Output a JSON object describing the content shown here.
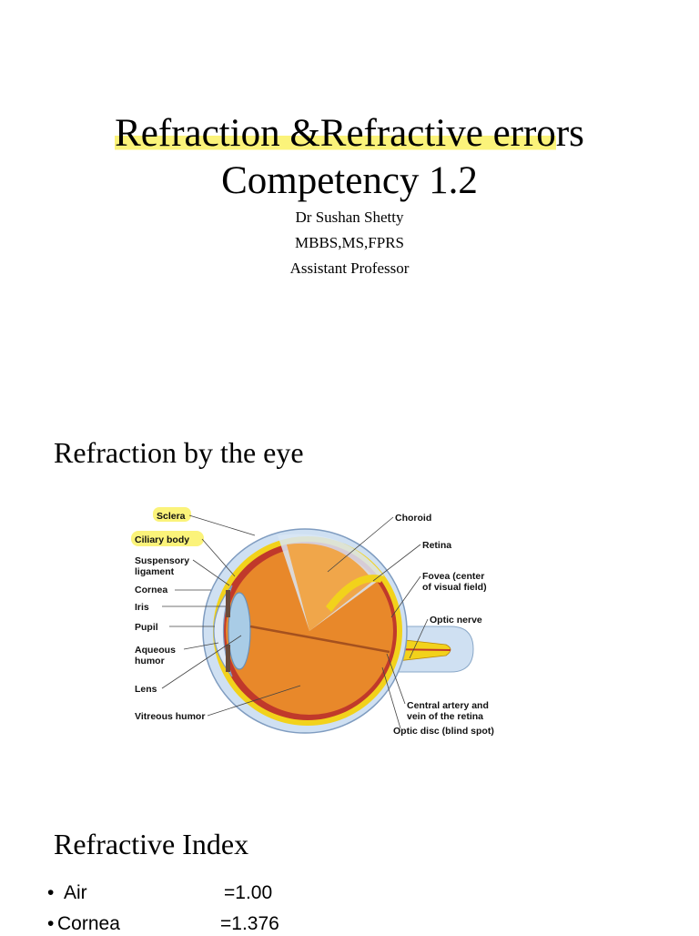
{
  "title_slide": {
    "title_line1_highlighted": "Refraction &Refractive erro",
    "title_line1_rest": "rs",
    "title_line2": "Competency 1.2",
    "author": "Dr Sushan Shetty",
    "degrees": "MBBS,MS,FPRS",
    "position": "Assistant Professor"
  },
  "section1": {
    "heading": "Refraction by the eye",
    "diagram_labels": {
      "sclera": "Sclera",
      "ciliary_body": "Ciliary body",
      "suspensory_1": "Suspensory",
      "suspensory_2": "ligament",
      "cornea": "Cornea",
      "iris": "Iris",
      "pupil": "Pupil",
      "aqueous_1": "Aqueous",
      "aqueous_2": "humor",
      "lens": "Lens",
      "vitreous": "Vitreous humor",
      "choroid": "Choroid",
      "retina": "Retina",
      "fovea_1": "Fovea (center",
      "fovea_2": "of visual field)",
      "optic_nerve": "Optic nerve",
      "central_1": "Central artery and",
      "central_2": "vein of the retina",
      "optic_disc": "Optic disc (blind spot)"
    }
  },
  "section2": {
    "heading": "Refractive Index",
    "items": [
      {
        "bullet": "•",
        "name": "Air",
        "value": "=1.00"
      },
      {
        "bullet": "•",
        "name": "Cornea",
        "value": "=1.376"
      }
    ]
  },
  "colors": {
    "highlight": "#fbf37a",
    "eye_orange": "#e8882a",
    "eye_red": "#c0392b",
    "eye_yellow": "#f2d21b",
    "aqueous_blue": "#cfe0f2"
  }
}
